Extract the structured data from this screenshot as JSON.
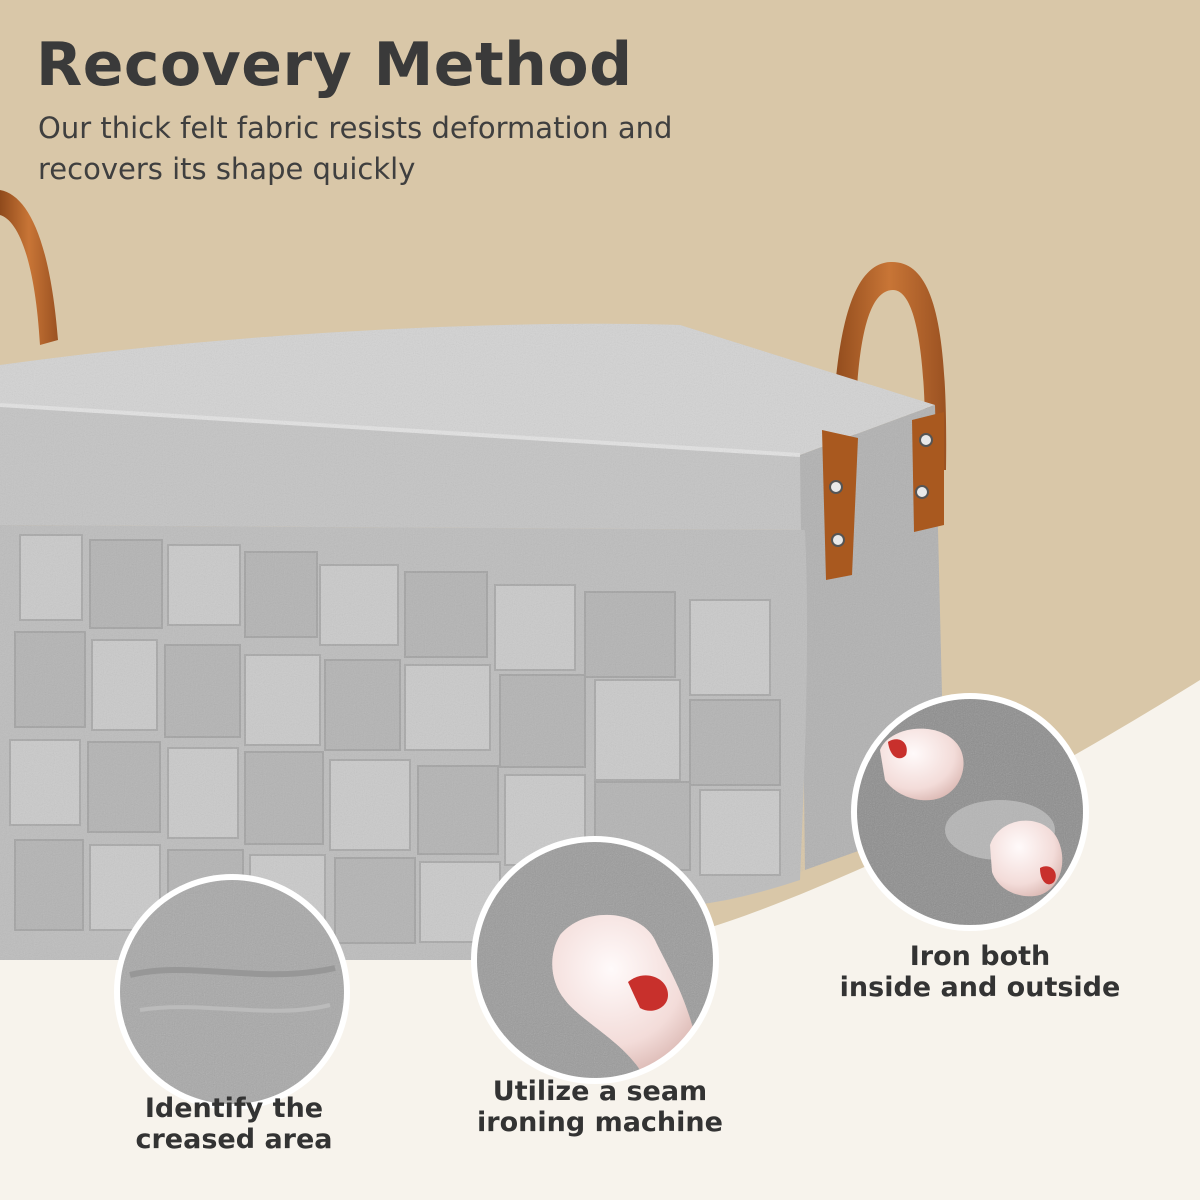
{
  "header": {
    "title": "Recovery Method",
    "subtitle_line1": "Our thick felt fabric resists deformation and",
    "subtitle_line2": "recovers its shape quickly"
  },
  "steps": [
    {
      "line1": "Identify the",
      "line2": "creased area"
    },
    {
      "line1": "Utilize a seam",
      "line2": "ironing machine"
    },
    {
      "line1": "Iron both",
      "line2": "inside and outside"
    }
  ],
  "colors": {
    "beige_background": "#d9c7a8",
    "cream_background": "#f7f3ec",
    "felt_gray": "#b9b9b9",
    "leather_handle": "#b5652c",
    "iron_red": "#c8302c"
  }
}
